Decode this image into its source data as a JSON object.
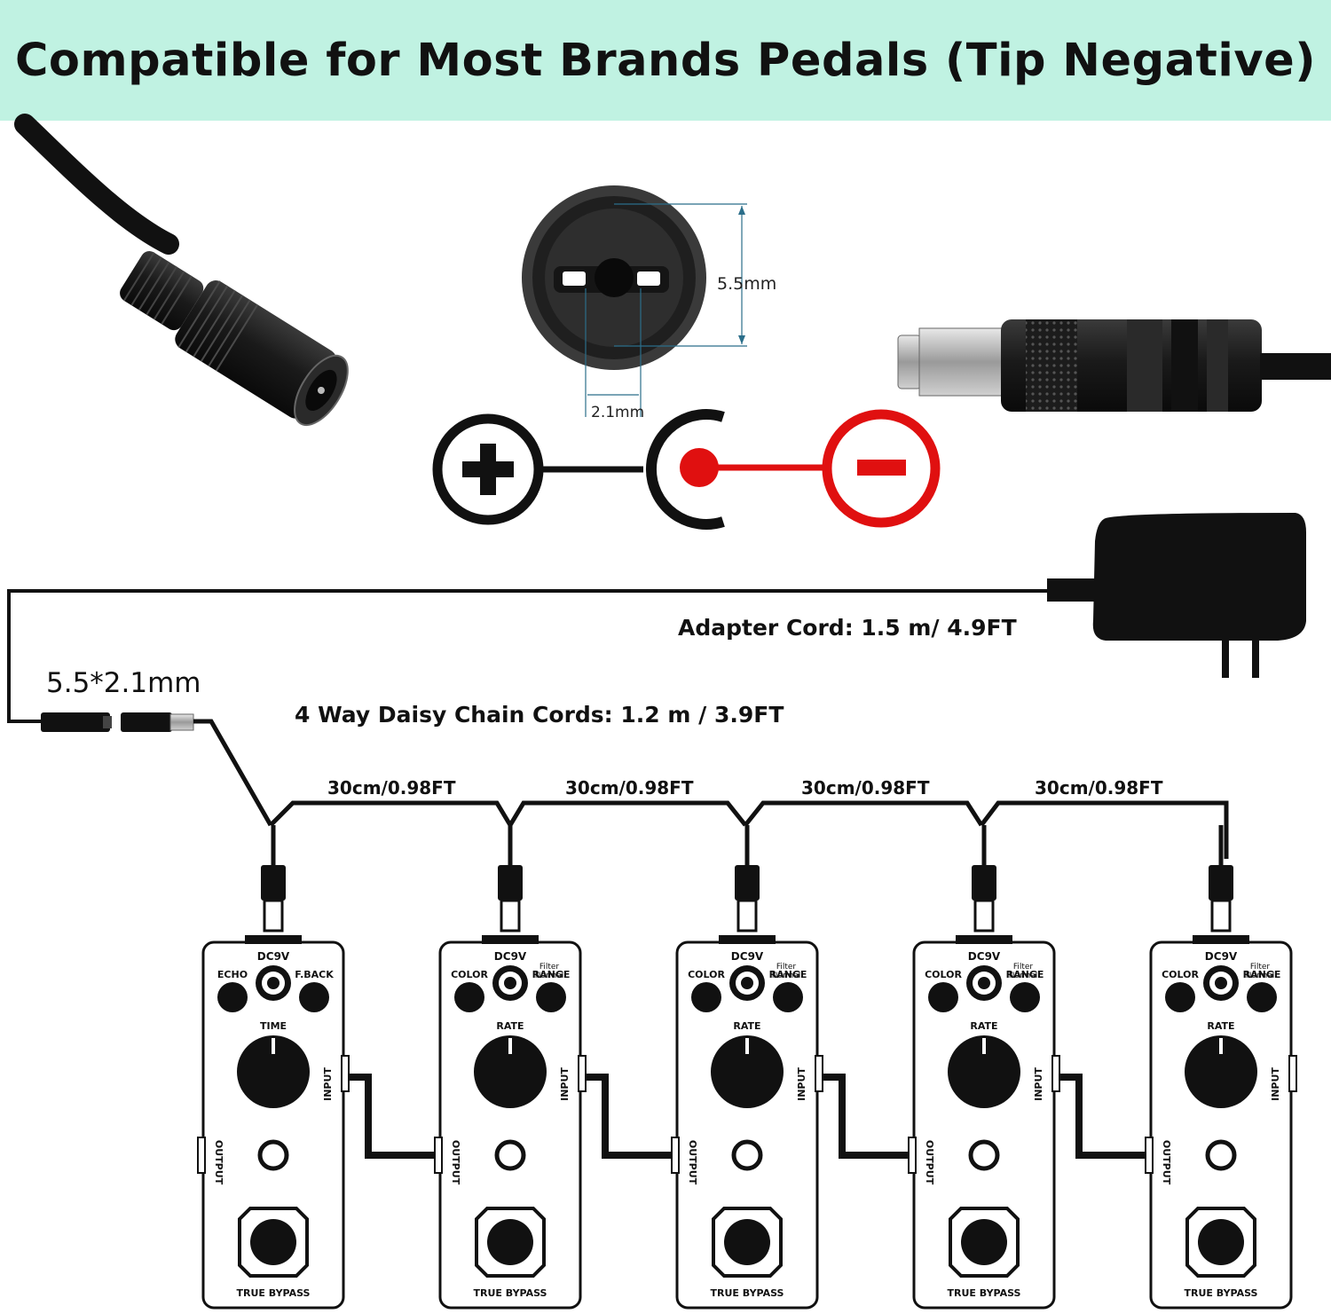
{
  "banner": {
    "title": "Compatible for Most Brands Pedals (Tip Negative)"
  },
  "connector": {
    "outer_dim": "5.5mm",
    "inner_dim": "2.1mm",
    "polarity": {
      "positive_color": "#111111",
      "negative_color": "#e01010"
    }
  },
  "labels": {
    "adapter_cord": "Adapter Cord: 1.5 m/ 4.9FT",
    "plug_size": "5.5*2.1mm",
    "daisy_chain": "4 Way Daisy Chain Cords: 1.2 m / 3.9FT",
    "segments": [
      "30cm/0.98FT",
      "30cm/0.98FT",
      "30cm/0.98FT",
      "30cm/0.98FT"
    ]
  },
  "pedals": [
    {
      "power": "DC9V",
      "left_knob": "ECHO",
      "right_knob": "F.BACK",
      "main_knob": "TIME",
      "mode": "",
      "mode2": "",
      "input": "INPUT",
      "output": "OUTPUT",
      "footer": "TRUE BYPASS"
    },
    {
      "power": "DC9V",
      "left_knob": "COLOR",
      "right_knob": "RANGE",
      "main_knob": "RATE",
      "mode": "Filter",
      "mode2": "Normal",
      "input": "INPUT",
      "output": "OUTPUT",
      "footer": "TRUE BYPASS"
    },
    {
      "power": "DC9V",
      "left_knob": "COLOR",
      "right_knob": "RANGE",
      "main_knob": "RATE",
      "mode": "Filter",
      "mode2": "Normal",
      "input": "INPUT",
      "output": "OUTPUT",
      "footer": "TRUE BYPASS"
    },
    {
      "power": "DC9V",
      "left_knob": "COLOR",
      "right_knob": "RANGE",
      "main_knob": "RATE",
      "mode": "Filter",
      "mode2": "Normal",
      "input": "INPUT",
      "output": "OUTPUT",
      "footer": "TRUE BYPASS"
    },
    {
      "power": "DC9V",
      "left_knob": "COLOR",
      "right_knob": "RANGE",
      "main_knob": "RATE",
      "mode": "Filter",
      "mode2": "Normal",
      "input": "INPUT",
      "output": "OUTPUT",
      "footer": "TRUE BYPASS"
    }
  ]
}
